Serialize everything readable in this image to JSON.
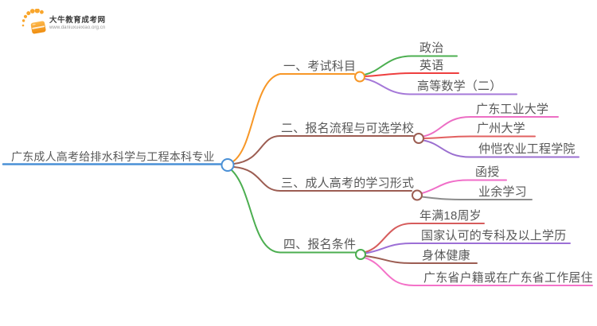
{
  "logo": {
    "site_name": "大牛教育成考网",
    "site_url": "www.daniuxuexiao.org.cn",
    "icon": "book-sparkle-icon",
    "brand_color": "#F79727"
  },
  "mindmap": {
    "root": {
      "label": "广东成人高考给排水科学与工程本科专业",
      "color": "#4A90D6"
    },
    "branches": [
      {
        "label": "一、考试科目",
        "color": "#F79727",
        "children": [
          {
            "label": "政治",
            "color": "#4CAF50"
          },
          {
            "label": "英语",
            "color": "#EE3F3F"
          },
          {
            "label": "高等数学（二）",
            "color": "#A578D8"
          }
        ]
      },
      {
        "label": "二、报名流程与可选学校",
        "color": "#9C5D52",
        "children": [
          {
            "label": "广东工业大学",
            "color": "#EC6EC4"
          },
          {
            "label": "广州大学",
            "color": "#E26060"
          },
          {
            "label": "仲恺农业工程学院",
            "color": "#9B6FD0"
          }
        ]
      },
      {
        "label": "三、成人高考的学习形式",
        "color": "#9C5D52",
        "children": [
          {
            "label": "函授",
            "color": "#F06EC8"
          },
          {
            "label": "业余学习",
            "color": "#8C8C8C"
          }
        ]
      },
      {
        "label": "四、报名条件",
        "color": "#4CAE50",
        "children": [
          {
            "label": "年满18周岁",
            "color": "#D65C5C"
          },
          {
            "label": "国家认可的专科及以上学历",
            "color": "#9C6FD6"
          },
          {
            "label": "身体健康",
            "color": "#9C5D52"
          },
          {
            "label": "广东省户籍或在广东省工作居住",
            "color": "#F472C8"
          }
        ]
      }
    ]
  }
}
